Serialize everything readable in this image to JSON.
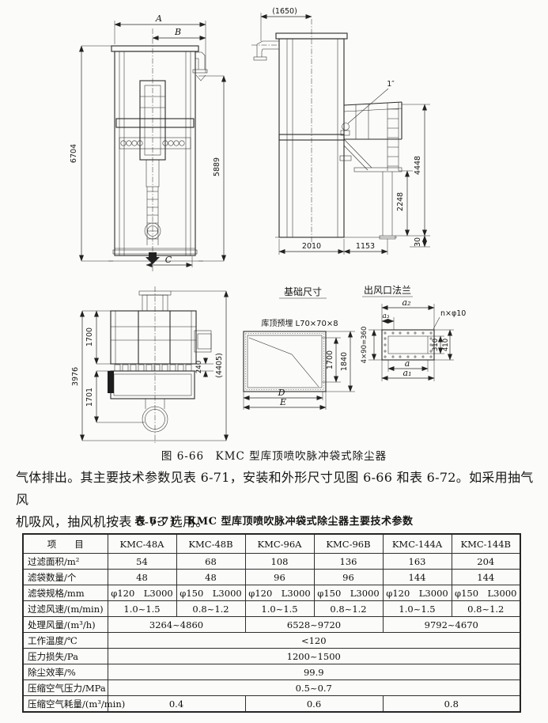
{
  "figure": {
    "caption": "图 6-66　KMC 型库顶喷吹脉冲袋式除尘器"
  },
  "paragraph": {
    "line1": "气体排出。其主要技术参数见表 6-71，安装和外形尺寸见图 6-66 和表 6-72。如采用抽气风",
    "line2": "机吸风，抽风机按表 6-73 选用。"
  },
  "front_view": {
    "dim_a": "A",
    "dim_b": "B",
    "dim_c": "C",
    "dim_height_left": "6704",
    "dim_height_right": "5889"
  },
  "side_view": {
    "dim_top": "(1650)",
    "callout_pipe": "1″",
    "dim_h_total": "4448",
    "dim_h_lower": "2248",
    "dim_h_base": "30",
    "dim_w_body": "2010",
    "dim_w_ext": "1153"
  },
  "plan_view": {
    "dim_height": "3976",
    "dim_upper": "1700",
    "dim_lower": "1701",
    "dim_gap": "240",
    "dim_overall": "(4405)"
  },
  "foundation": {
    "title": "基础尺寸",
    "note": "库顶预埋 L70×70×8",
    "dim_inner": "1700",
    "dim_outer": "1840",
    "dim_d": "D",
    "dim_e": "E"
  },
  "flange": {
    "title": "出风口法兰",
    "dim_a2": "a₂",
    "dim_a3": "a₃",
    "callout_holes": "n×φ10",
    "dim_bolt_pitch": "4×90=360",
    "dim_inner_h": "310",
    "dim_outer_h": "410",
    "dim_a": "a",
    "dim_a1": "a₁"
  },
  "table": {
    "title": "表 6-71　KMC 型库顶喷吹脉冲袋式除尘器主要技术参数",
    "header": [
      "项　　目",
      "KMC-48A",
      "KMC-48B",
      "KMC-96A",
      "KMC-96B",
      "KMC-144A",
      "KMC-144B"
    ],
    "rows": [
      {
        "label": "过滤面积/m²",
        "values": [
          "54",
          "68",
          "108",
          "136",
          "163",
          "204"
        ]
      },
      {
        "label": "滤袋数量/个",
        "values": [
          "48",
          "48",
          "96",
          "96",
          "144",
          "144"
        ]
      },
      {
        "label": "滤袋规格/mm",
        "values": [
          "φ120　L3000",
          "φ150　L3000",
          "φ120　L3000",
          "φ150　L3000",
          "φ120　L3000",
          "φ150　L3000"
        ]
      },
      {
        "label": "过滤风速/(m/min)",
        "values": [
          "1.0~1.5",
          "0.8~1.2",
          "1.0~1.5",
          "0.8~1.2",
          "1.0~1.5",
          "0.8~1.2"
        ]
      },
      {
        "label": "处理风量/(m³/h)",
        "values": [
          "3264~4860",
          "6528~9720",
          "9792~4670"
        ]
      },
      {
        "label": "工作温度/℃",
        "values": [
          "<120"
        ]
      },
      {
        "label": "压力损失/Pa",
        "values": [
          "1200~1500"
        ]
      },
      {
        "label": "除尘效率/%",
        "values": [
          "99.9"
        ]
      },
      {
        "label": "压缩空气压力/MPa",
        "values": [
          "0.5~0.7"
        ]
      },
      {
        "label": "压缩空气耗量/(m³/min)",
        "values": [
          "0.4",
          "0.6",
          "0.8"
        ]
      }
    ]
  }
}
